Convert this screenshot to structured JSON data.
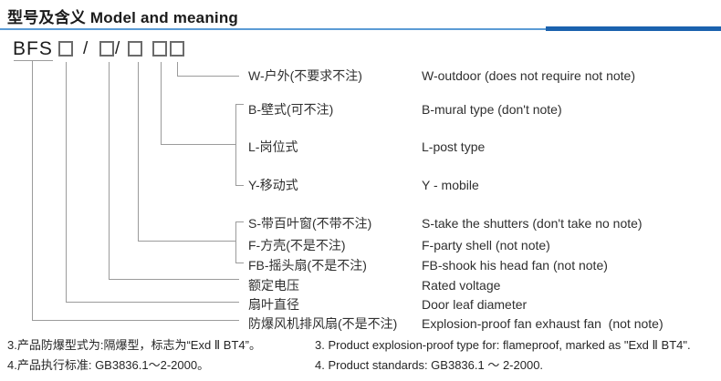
{
  "header": {
    "title": "型号及含义 Model and meaning"
  },
  "model": {
    "prefix": "BFS",
    "slash1": "/",
    "slash2": "/",
    "box_count": 5
  },
  "rows": [
    {
      "zh": "W-户外(不要求不注)",
      "en": "W-outdoor (does not require not note)"
    },
    {
      "zh": "B-壁式(可不注)",
      "en": "B-mural type (don't note)"
    },
    {
      "zh": "L-岗位式",
      "en": "L-post type"
    },
    {
      "zh": "Y-移动式",
      "en": "Y - mobile"
    },
    {
      "zh": "S-带百叶窗(不带不注)",
      "en": "S-take the shutters (don't take no note)"
    },
    {
      "zh": "F-方壳(不是不注)",
      "en": "F-party shell (not note)"
    },
    {
      "zh": "FB-摇头扇(不是不注)",
      "en": "FB-shook his head fan (not note)"
    },
    {
      "zh": "额定电压",
      "en": "Rated voltage"
    },
    {
      "zh": "扇叶直径",
      "en": "Door leaf diameter"
    },
    {
      "zh": "防爆风机排风扇(不是不注)",
      "en": "Explosion-proof fan exhaust fan  (not note)"
    }
  ],
  "notes": {
    "zh": [
      "3.产品防爆型式为:隔爆型，标志为“Exd Ⅱ BT4”。",
      "4.产品执行标准: GB3836.1～2-2000。"
    ],
    "en": [
      "3. Product explosion-proof type for: flameproof, marked as \"Exd Ⅱ BT4\".",
      "4. Product standards: GB3836.1 ～ 2-2000."
    ]
  },
  "colors": {
    "rule_light_blue": "#5b9bd5",
    "rule_dark_blue": "#1b62ae",
    "connector_gray": "#9b9b9b",
    "text": "#2a2a2a"
  }
}
